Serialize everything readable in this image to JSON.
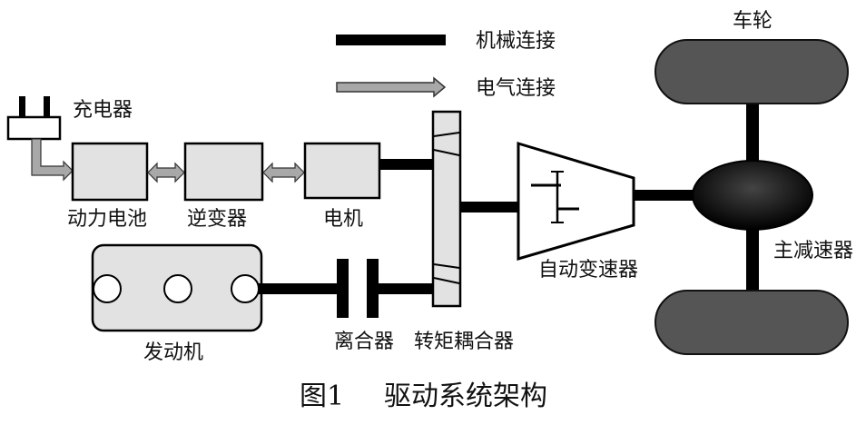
{
  "legend": {
    "mechanical": "机械连接",
    "electrical": "电气连接"
  },
  "components": {
    "charger": "充电器",
    "battery": "动力电池",
    "inverter": "逆变器",
    "motor": "电机",
    "engine": "发动机",
    "clutch": "离合器",
    "torque_coupler": "转矩耦合器",
    "transmission": "自动变速器",
    "final_drive": "主减速器",
    "wheel": "车轮"
  },
  "caption": {
    "figure_no": "图1",
    "title": "驱动系统架构"
  },
  "colors": {
    "box_fill": "#e2e2e2",
    "arrow_fill": "#a8a8a8",
    "wheel_fill": "#555555",
    "shaft": "#000000"
  }
}
